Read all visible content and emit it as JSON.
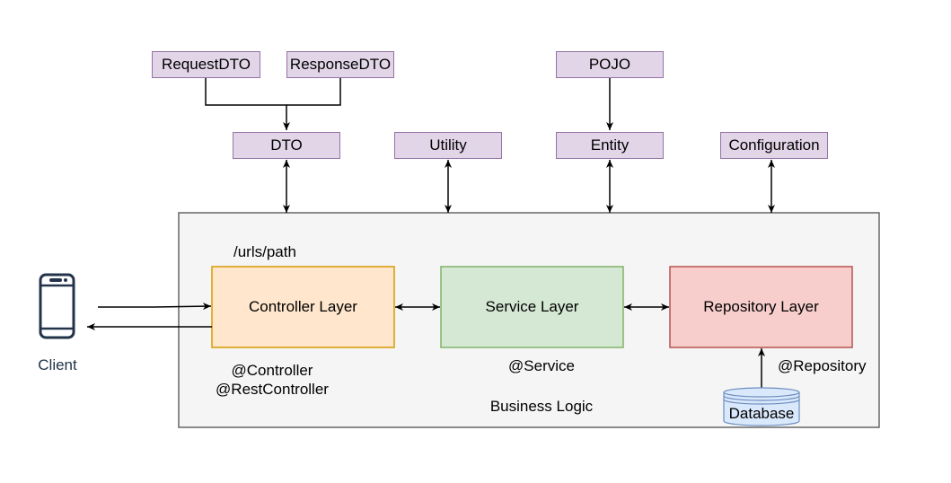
{
  "top_boxes": {
    "request_dto": "RequestDTO",
    "response_dto": "ResponseDTO",
    "pojo": "POJO",
    "dto": "DTO",
    "utility": "Utility",
    "entity": "Entity",
    "configuration": "Configuration"
  },
  "layers": {
    "controller": "Controller Layer",
    "service": "Service Layer",
    "repository": "Repository Layer"
  },
  "labels": {
    "url_path": "/urls/path",
    "controller_annotation_1": "@Controller",
    "controller_annotation_2": "@RestController",
    "service_annotation": "@Service",
    "business_logic": "Business Logic",
    "repository_annotation": "@Repository",
    "client": "Client",
    "database": "Database"
  },
  "colors": {
    "purple_fill": "#e1d5e7",
    "purple_stroke": "#9673a6",
    "controller_fill": "#ffe6cc",
    "controller_stroke": "#d79b00",
    "service_fill": "#d5e8d4",
    "service_stroke": "#82b366",
    "repository_fill": "#f8cecc",
    "repository_stroke": "#b85450",
    "container_fill": "#f5f5f5",
    "container_stroke": "#666666",
    "database_fill": "#dae8fc",
    "database_stroke": "#6c8ebf"
  },
  "icons": {
    "client": "smartphone-icon",
    "database": "database-cylinder-icon"
  }
}
